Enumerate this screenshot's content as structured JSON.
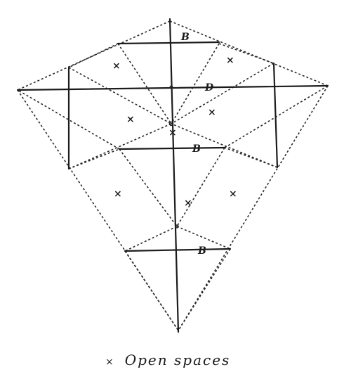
{
  "labels": {
    "b_top": "B",
    "d_main": "D",
    "b_mid": "B",
    "b_low": "B"
  },
  "legend": {
    "marker": "×",
    "text": "Open spaces"
  },
  "open_space_count": 8
}
